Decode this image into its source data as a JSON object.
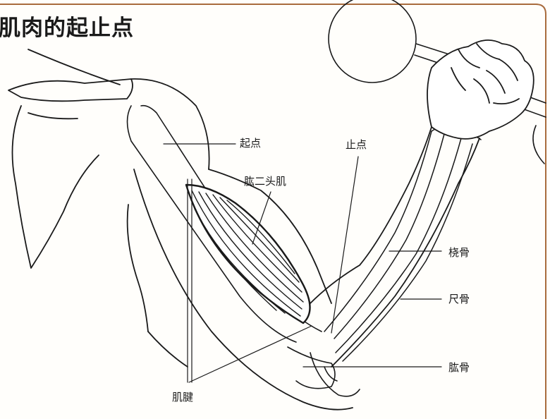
{
  "title": "肌肉的起止点",
  "labels": {
    "origin": "起点",
    "insertion": "止点",
    "biceps": "肱二头肌",
    "radius": "桡骨",
    "ulna": "尺骨",
    "humerus": "肱骨",
    "tendon": "肌腱"
  },
  "colors": {
    "frame": "#a86b3c",
    "ink": "#1a1a1a"
  }
}
